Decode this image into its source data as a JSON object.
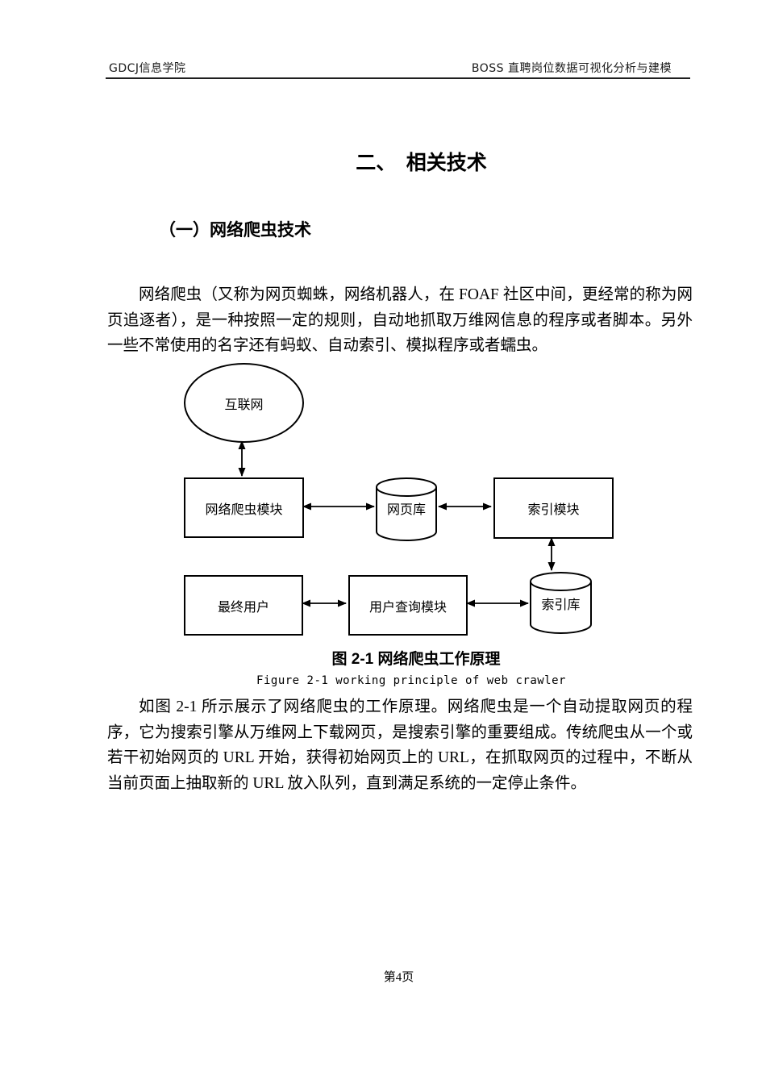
{
  "header": {
    "left": "GDCJ信息学院",
    "right": "BOSS 直聘岗位数据可视化分析与建模"
  },
  "title": "二、　相关技术",
  "section_heading": "（一）网络爬虫技术",
  "paragraphs": [
    "网络爬虫（又称为网页蜘蛛，网络机器人，在 FOAF 社区中间，更经常的称为网页追逐者），是一种按照一定的规则，自动地抓取万维网信息的程序或者脚本。另外一些不常使用的名字还有蚂蚁、自动索引、模拟程序或者蠕虫。",
    "如图 2-1 所示展示了网络爬虫的工作原理。网络爬虫是一个自动提取网页的程序，它为搜索引擎从万维网上下载网页，是搜索引擎的重要组成。传统爬虫从一个或若干初始网页的 URL 开始，获得初始网页上的 URL，在抓取网页的过程中，不断从当前页面上抽取新的 URL 放入队列，直到满足系统的一定停止条件。"
  ],
  "figure": {
    "caption_zh": "图 2-1 网络爬虫工作原理",
    "caption_en": "Figure 2-1 working principle of web crawler",
    "nodes": {
      "internet": "互联网",
      "crawler_module": "网络爬虫模块",
      "webpage_db": "网页库",
      "index_module": "索引模块",
      "end_user": "最终用户",
      "query_module": "用户查询模块",
      "index_db": "索引库"
    }
  },
  "footer": {
    "page_number": "第4页"
  },
  "colors": {
    "line": "#000000",
    "rule": "#1f1f1f",
    "text": "#000000"
  }
}
